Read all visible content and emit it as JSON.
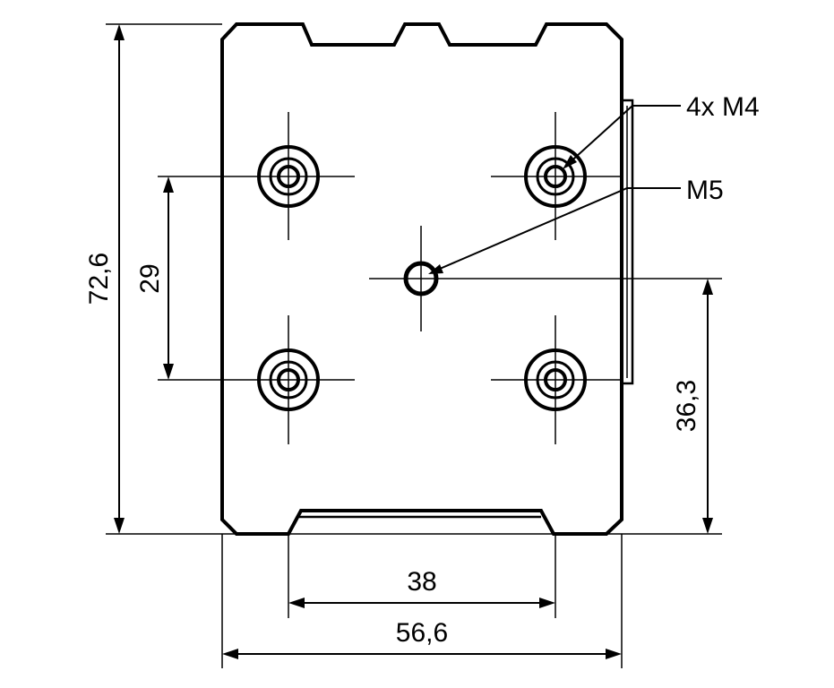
{
  "drawing": {
    "stroke_color": "#000000",
    "background_color": "#ffffff"
  },
  "dimensions": {
    "height_total": "72,6",
    "hole_spacing_vertical": "29",
    "center_hole_height": "36,3",
    "hole_spacing_horizontal": "38",
    "width_total": "56,6"
  },
  "callouts": {
    "corner_threads": "4x M4",
    "center_thread": "M5"
  }
}
